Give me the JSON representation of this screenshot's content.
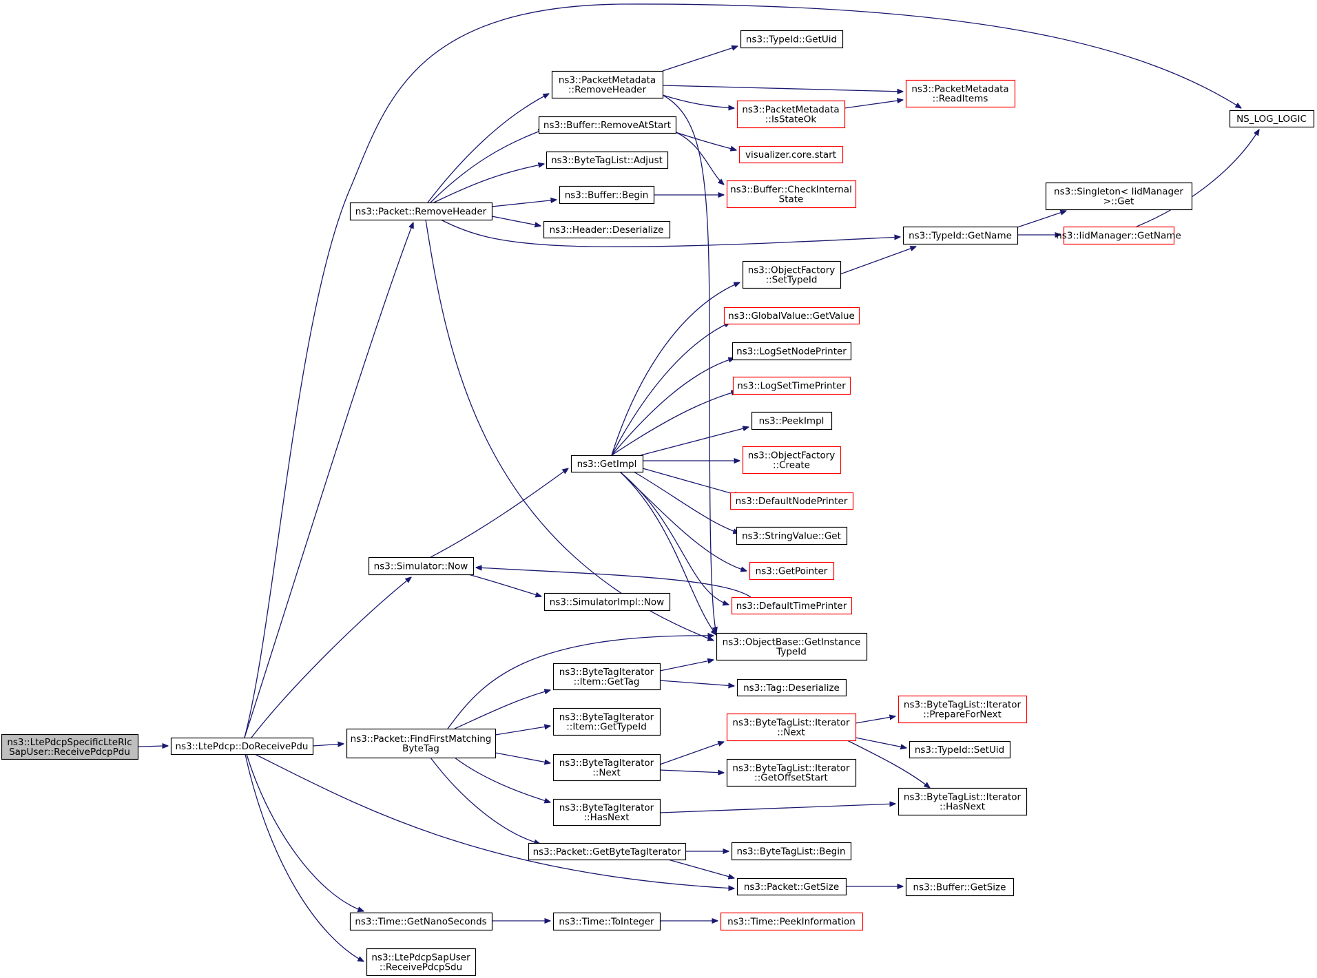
{
  "title": "",
  "colors": {
    "edge": "#191970",
    "root_fill": "#bfbfbf",
    "normal_border": "#000000",
    "truncated_border": "#ff0000",
    "background": "#ffffff"
  },
  "nodes": [
    {
      "id": "root",
      "lines": [
        "ns3::LtePdcpSpecificLteRlc",
        "SapUser::ReceivePdcpPdu"
      ],
      "kind": "root"
    },
    {
      "id": "doreceive",
      "lines": [
        "ns3::LtePdcp::DoReceivePdu"
      ],
      "kind": "normal"
    },
    {
      "id": "removeheader",
      "lines": [
        "ns3::Packet::RemoveHeader"
      ],
      "kind": "normal"
    },
    {
      "id": "simnow",
      "lines": [
        "ns3::Simulator::Now"
      ],
      "kind": "normal"
    },
    {
      "id": "findfirst",
      "lines": [
        "ns3::Packet::FindFirstMatching",
        "ByteTag"
      ],
      "kind": "normal"
    },
    {
      "id": "getnano",
      "lines": [
        "ns3::Time::GetNanoSeconds"
      ],
      "kind": "normal"
    },
    {
      "id": "recvsdu",
      "lines": [
        "ns3::LtePdcpSapUser",
        "::ReceivePdcpSdu"
      ],
      "kind": "normal"
    },
    {
      "id": "pmremove",
      "lines": [
        "ns3::PacketMetadata",
        "::RemoveHeader"
      ],
      "kind": "normal"
    },
    {
      "id": "bufremove",
      "lines": [
        "ns3::Buffer::RemoveAtStart"
      ],
      "kind": "normal"
    },
    {
      "id": "btladjust",
      "lines": [
        "ns3::ByteTagList::Adjust"
      ],
      "kind": "normal"
    },
    {
      "id": "bufbegin",
      "lines": [
        "ns3::Buffer::Begin"
      ],
      "kind": "normal"
    },
    {
      "id": "hdrdeser",
      "lines": [
        "ns3::Header::Deserialize"
      ],
      "kind": "normal"
    },
    {
      "id": "getimpl",
      "lines": [
        "ns3::GetImpl"
      ],
      "kind": "normal"
    },
    {
      "id": "simimplnow",
      "lines": [
        "ns3::SimulatorImpl::Now"
      ],
      "kind": "normal"
    },
    {
      "id": "btigettag",
      "lines": [
        "ns3::ByteTagIterator",
        "::Item::GetTag"
      ],
      "kind": "normal"
    },
    {
      "id": "btigettype",
      "lines": [
        "ns3::ByteTagIterator",
        "::Item::GetTypeId"
      ],
      "kind": "normal"
    },
    {
      "id": "btinext",
      "lines": [
        "ns3::ByteTagIterator",
        "::Next"
      ],
      "kind": "normal"
    },
    {
      "id": "btihasnext",
      "lines": [
        "ns3::ByteTagIterator",
        "::HasNext"
      ],
      "kind": "normal"
    },
    {
      "id": "pktgetbti",
      "lines": [
        "ns3::Packet::GetByteTagIterator"
      ],
      "kind": "normal"
    },
    {
      "id": "timetoint",
      "lines": [
        "ns3::Time::ToInteger"
      ],
      "kind": "normal"
    },
    {
      "id": "typeiduid",
      "lines": [
        "ns3::TypeId::GetUid"
      ],
      "kind": "normal"
    },
    {
      "id": "pmisstate",
      "lines": [
        "ns3::PacketMetadata",
        "::IsStateOk"
      ],
      "kind": "truncated"
    },
    {
      "id": "vizstart",
      "lines": [
        "visualizer.core.start"
      ],
      "kind": "truncated"
    },
    {
      "id": "bufcheck",
      "lines": [
        "ns3::Buffer::CheckInternal",
        "State"
      ],
      "kind": "truncated"
    },
    {
      "id": "ofsettype",
      "lines": [
        "ns3::ObjectFactory",
        "::SetTypeId"
      ],
      "kind": "normal"
    },
    {
      "id": "gvgetvalue",
      "lines": [
        "ns3::GlobalValue::GetValue"
      ],
      "kind": "truncated"
    },
    {
      "id": "lognode",
      "lines": [
        "ns3::LogSetNodePrinter"
      ],
      "kind": "normal"
    },
    {
      "id": "logtime",
      "lines": [
        "ns3::LogSetTimePrinter"
      ],
      "kind": "truncated"
    },
    {
      "id": "peekimpl",
      "lines": [
        "ns3::PeekImpl"
      ],
      "kind": "normal"
    },
    {
      "id": "ofcreate",
      "lines": [
        "ns3::ObjectFactory",
        "::Create"
      ],
      "kind": "truncated"
    },
    {
      "id": "defnode",
      "lines": [
        "ns3::DefaultNodePrinter"
      ],
      "kind": "truncated"
    },
    {
      "id": "strget",
      "lines": [
        "ns3::StringValue::Get"
      ],
      "kind": "normal"
    },
    {
      "id": "getpointer",
      "lines": [
        "ns3::GetPointer"
      ],
      "kind": "truncated"
    },
    {
      "id": "deftime",
      "lines": [
        "ns3::DefaultTimePrinter"
      ],
      "kind": "truncated"
    },
    {
      "id": "objgetinst",
      "lines": [
        "ns3::ObjectBase::GetInstance",
        "TypeId"
      ],
      "kind": "normal"
    },
    {
      "id": "tagdeser",
      "lines": [
        "ns3::Tag::Deserialize"
      ],
      "kind": "normal"
    },
    {
      "id": "btlnext",
      "lines": [
        "ns3::ByteTagList::Iterator",
        "::Next"
      ],
      "kind": "truncated"
    },
    {
      "id": "btloffset",
      "lines": [
        "ns3::ByteTagList::Iterator",
        "::GetOffsetStart"
      ],
      "kind": "normal"
    },
    {
      "id": "btlbegin",
      "lines": [
        "ns3::ByteTagList::Begin"
      ],
      "kind": "normal"
    },
    {
      "id": "pktgetsize",
      "lines": [
        "ns3::Packet::GetSize"
      ],
      "kind": "normal"
    },
    {
      "id": "timepeek",
      "lines": [
        "ns3::Time::PeekInformation"
      ],
      "kind": "truncated"
    },
    {
      "id": "pmread",
      "lines": [
        "ns3::PacketMetadata",
        "::ReadItems"
      ],
      "kind": "truncated"
    },
    {
      "id": "typeidname",
      "lines": [
        "ns3::TypeId::GetName"
      ],
      "kind": "normal"
    },
    {
      "id": "btlprepare",
      "lines": [
        "ns3::ByteTagList::Iterator",
        "::PrepareForNext"
      ],
      "kind": "truncated"
    },
    {
      "id": "typeidsetuid",
      "lines": [
        "ns3::TypeId::SetUid"
      ],
      "kind": "normal"
    },
    {
      "id": "btlhasnext",
      "lines": [
        "ns3::ByteTagList::Iterator",
        "::HasNext"
      ],
      "kind": "normal"
    },
    {
      "id": "bufgetsize",
      "lines": [
        "ns3::Buffer::GetSize"
      ],
      "kind": "normal"
    },
    {
      "id": "nslog",
      "lines": [
        "NS_LOG_LOGIC"
      ],
      "kind": "normal"
    },
    {
      "id": "singleton",
      "lines": [
        "ns3::Singleton< IidManager",
        " >::Get"
      ],
      "kind": "normal"
    },
    {
      "id": "iidname",
      "lines": [
        "ns3::IidManager::GetName"
      ],
      "kind": "truncated"
    }
  ],
  "edges": [
    [
      "root",
      "doreceive"
    ],
    [
      "doreceive",
      "removeheader"
    ],
    [
      "doreceive",
      "simnow"
    ],
    [
      "doreceive",
      "findfirst"
    ],
    [
      "doreceive",
      "getnano"
    ],
    [
      "doreceive",
      "recvsdu"
    ],
    [
      "doreceive",
      "nslog"
    ],
    [
      "doreceive",
      "pktgetsize"
    ],
    [
      "removeheader",
      "pmremove"
    ],
    [
      "removeheader",
      "bufremove"
    ],
    [
      "removeheader",
      "btladjust"
    ],
    [
      "removeheader",
      "bufbegin"
    ],
    [
      "removeheader",
      "hdrdeser"
    ],
    [
      "removeheader",
      "typeidname"
    ],
    [
      "removeheader",
      "objgetinst"
    ],
    [
      "pmremove",
      "typeiduid"
    ],
    [
      "pmremove",
      "pmread"
    ],
    [
      "pmremove",
      "pmisstate"
    ],
    [
      "pmremove",
      "objgetinst"
    ],
    [
      "pmisstate",
      "pmread"
    ],
    [
      "bufremove",
      "vizstart"
    ],
    [
      "bufremove",
      "bufcheck"
    ],
    [
      "bufbegin",
      "bufcheck"
    ],
    [
      "simnow",
      "getimpl"
    ],
    [
      "simnow",
      "simimplnow"
    ],
    [
      "getimpl",
      "ofsettype"
    ],
    [
      "getimpl",
      "gvgetvalue"
    ],
    [
      "getimpl",
      "lognode"
    ],
    [
      "getimpl",
      "logtime"
    ],
    [
      "getimpl",
      "peekimpl"
    ],
    [
      "getimpl",
      "ofcreate"
    ],
    [
      "getimpl",
      "defnode"
    ],
    [
      "getimpl",
      "strget"
    ],
    [
      "getimpl",
      "getpointer"
    ],
    [
      "getimpl",
      "deftime"
    ],
    [
      "getimpl",
      "objgetinst"
    ],
    [
      "deftime",
      "simnow"
    ],
    [
      "ofsettype",
      "typeidname"
    ],
    [
      "typeidname",
      "singleton"
    ],
    [
      "typeidname",
      "iidname"
    ],
    [
      "iidname",
      "nslog"
    ],
    [
      "findfirst",
      "objgetinst"
    ],
    [
      "findfirst",
      "btigettag"
    ],
    [
      "findfirst",
      "btigettype"
    ],
    [
      "findfirst",
      "btinext"
    ],
    [
      "findfirst",
      "btihasnext"
    ],
    [
      "findfirst",
      "pktgetbti"
    ],
    [
      "btigettag",
      "objgetinst"
    ],
    [
      "btigettag",
      "tagdeser"
    ],
    [
      "btinext",
      "btlnext"
    ],
    [
      "btinext",
      "btloffset"
    ],
    [
      "btihasnext",
      "btlhasnext"
    ],
    [
      "btlnext",
      "btlprepare"
    ],
    [
      "btlnext",
      "typeidsetuid"
    ],
    [
      "btlnext",
      "btlhasnext"
    ],
    [
      "pktgetbti",
      "btlbegin"
    ],
    [
      "pktgetbti",
      "pktgetsize"
    ],
    [
      "pktgetsize",
      "bufgetsize"
    ],
    [
      "getnano",
      "timetoint"
    ],
    [
      "timetoint",
      "timepeek"
    ]
  ]
}
